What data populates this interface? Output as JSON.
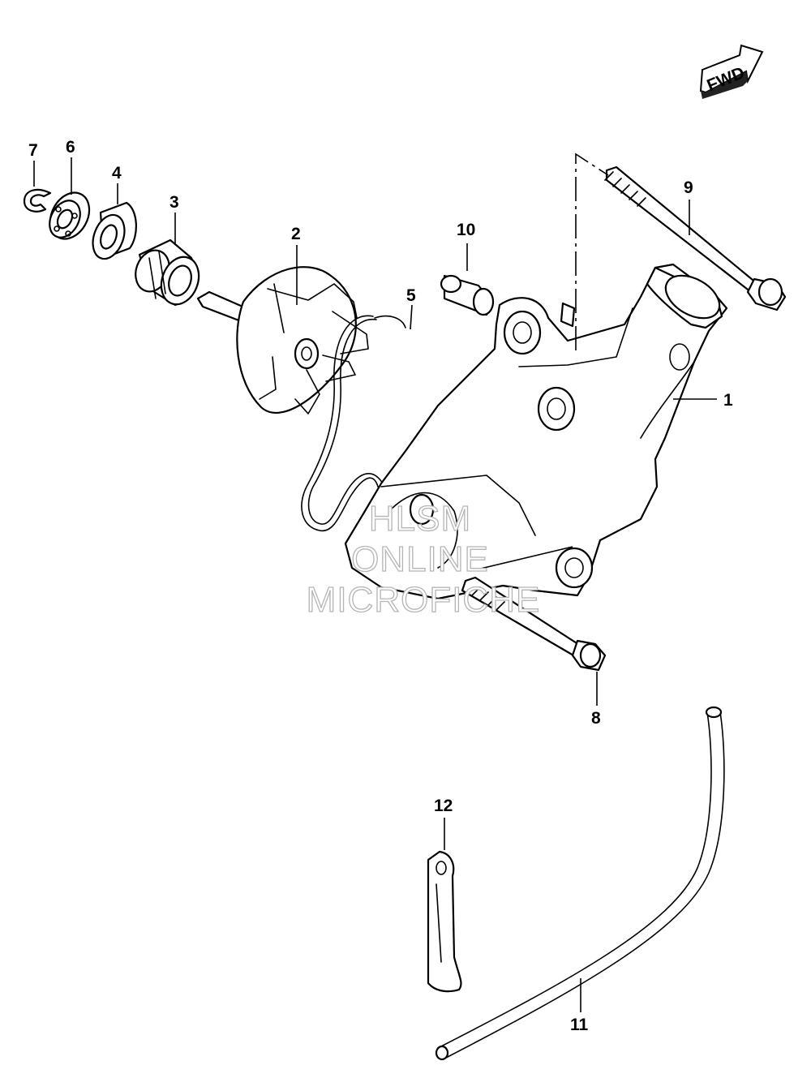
{
  "badge": {
    "text": "FWD"
  },
  "callouts": [
    {
      "id": "1",
      "text": "1"
    },
    {
      "id": "2",
      "text": "2"
    },
    {
      "id": "3",
      "text": "3"
    },
    {
      "id": "4",
      "text": "4"
    },
    {
      "id": "5",
      "text": "5"
    },
    {
      "id": "6",
      "text": "6"
    },
    {
      "id": "7",
      "text": "7"
    },
    {
      "id": "8",
      "text": "8"
    },
    {
      "id": "9",
      "text": "9"
    },
    {
      "id": "10",
      "text": "10"
    },
    {
      "id": "11",
      "text": "11"
    },
    {
      "id": "12",
      "text": "12"
    }
  ],
  "watermark": {
    "line1": "HLSM",
    "line2": "ONLINE",
    "line3": "MICROFICHE"
  }
}
